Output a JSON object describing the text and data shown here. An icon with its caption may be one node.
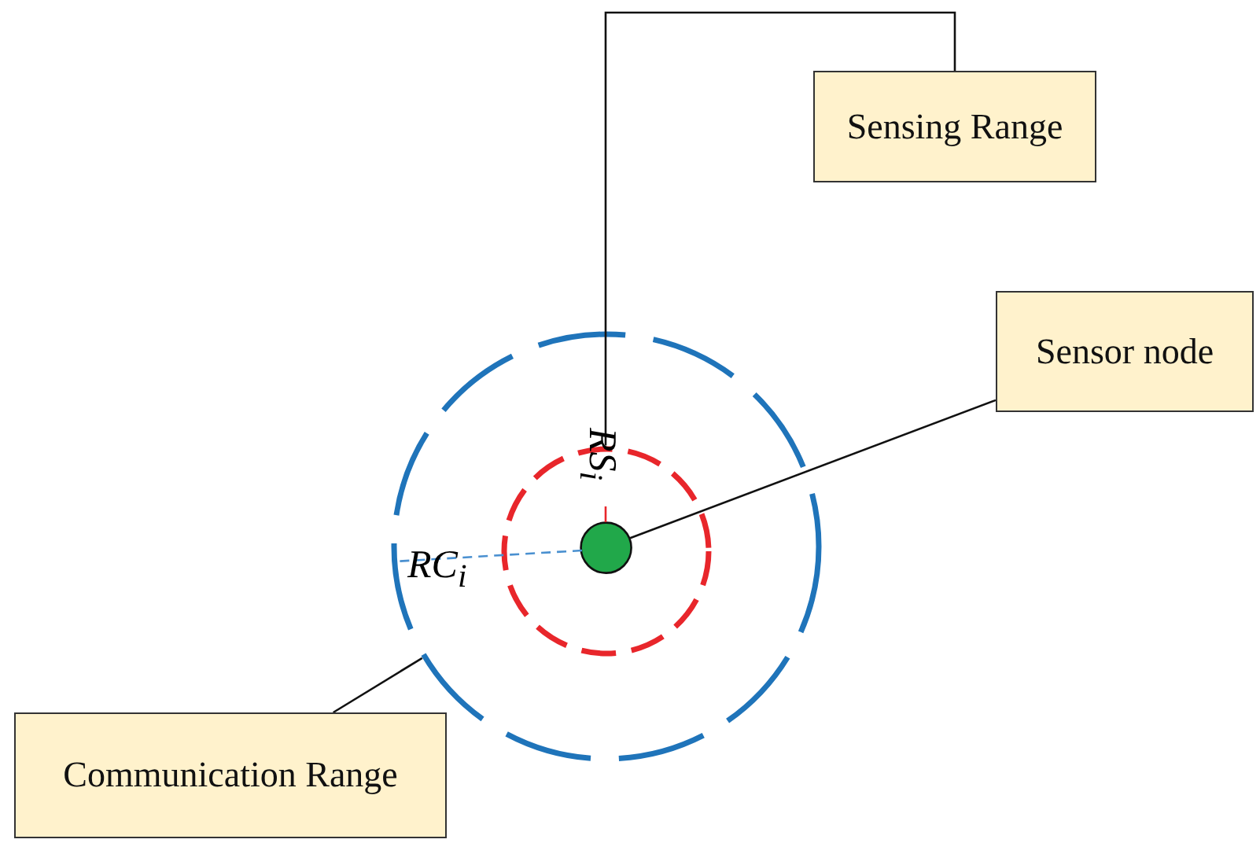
{
  "diagram": {
    "nodes": [
      {
        "text": [
          "Sensing Range"
        ]
      },
      {
        "text": [
          "Sensor node"
        ]
      },
      {
        "text": [
          "Communication Range"
        ]
      },
      {
        "text": [],
        "shape": "circle",
        "in": 5
      },
      {
        "text": [],
        "shape": "circle",
        "in": 3
      },
      {
        "text": [],
        "shape": "circle"
      }
    ],
    "edges": [
      {
        "from": 0,
        "to": 3,
        "arrow": "none"
      },
      {
        "from": 1,
        "to": 4,
        "arrow": "none"
      },
      {
        "from": 2,
        "to": 5,
        "arrow": "none"
      }
    ],
    "labels": [
      "RS$_{i}$",
      "RC$_{i}$"
    ]
  }
}
